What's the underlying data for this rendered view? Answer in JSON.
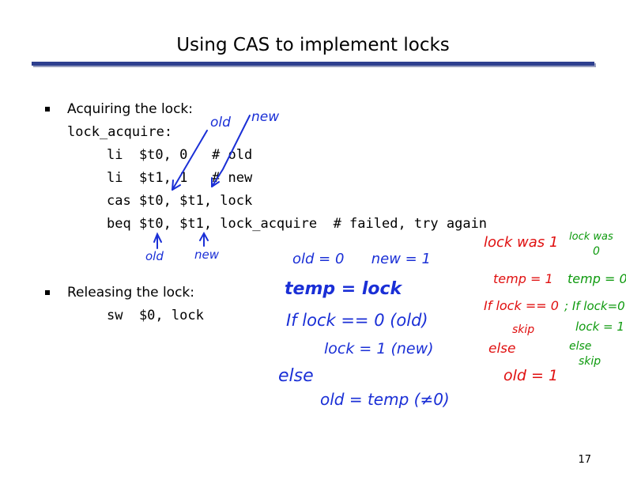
{
  "title": "Using CAS to implement locks",
  "section1": {
    "heading": "Acquiring the lock:",
    "label": "lock_acquire:",
    "lines": [
      "li  $t0, 0   # old",
      "li  $t1, 1   # new",
      "cas $t0, $t1, lock",
      "beq $t0, $t1, lock_acquire  # failed, try again"
    ]
  },
  "section2": {
    "heading": "Releasing the lock:",
    "line": "sw  $0, lock"
  },
  "page_number": "17",
  "annotations": {
    "blue": {
      "old_top": "old",
      "new_top": "new",
      "old_bottom": "old",
      "new_bottom": "new",
      "l1": "old = 0      new = 1",
      "l2": "temp = lock",
      "l3": "If lock == 0  (old)",
      "l4": "lock = 1   (new)",
      "l5": "else",
      "l6": "old = temp  (≠0)"
    },
    "red": {
      "r1": "lock was 1",
      "r2": "temp = 1",
      "r3": "If lock == 0",
      "r4": "skip",
      "r5": "else",
      "r6": "old = 1"
    },
    "green": {
      "g1": "lock was",
      "g2": "0",
      "g3": "temp = 0",
      "g4": "; If lock=0",
      "g5": "lock = 1",
      "g6": "else",
      "g7": "skip"
    },
    "colors": {
      "blue": "#1a2fd6",
      "red": "#e01010",
      "green": "#0e9a0e",
      "rule": "#2e3f8f"
    }
  }
}
